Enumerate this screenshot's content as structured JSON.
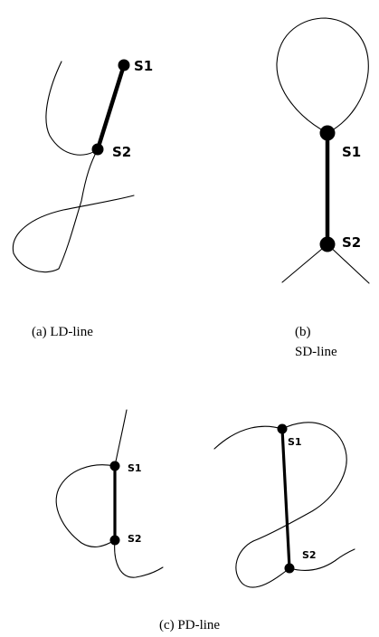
{
  "panels": {
    "a": {
      "caption": "(a) LD-line",
      "s1": "S1",
      "s2": "S2"
    },
    "b": {
      "caption_line1": "(b)",
      "caption_line2": "SD-line",
      "s1": "S1",
      "s2": "S2"
    },
    "c": {
      "caption": "(c) PD-line",
      "left": {
        "s1": "S1",
        "s2": "S2"
      },
      "right": {
        "s1": "S1",
        "s2": "S2"
      }
    }
  }
}
